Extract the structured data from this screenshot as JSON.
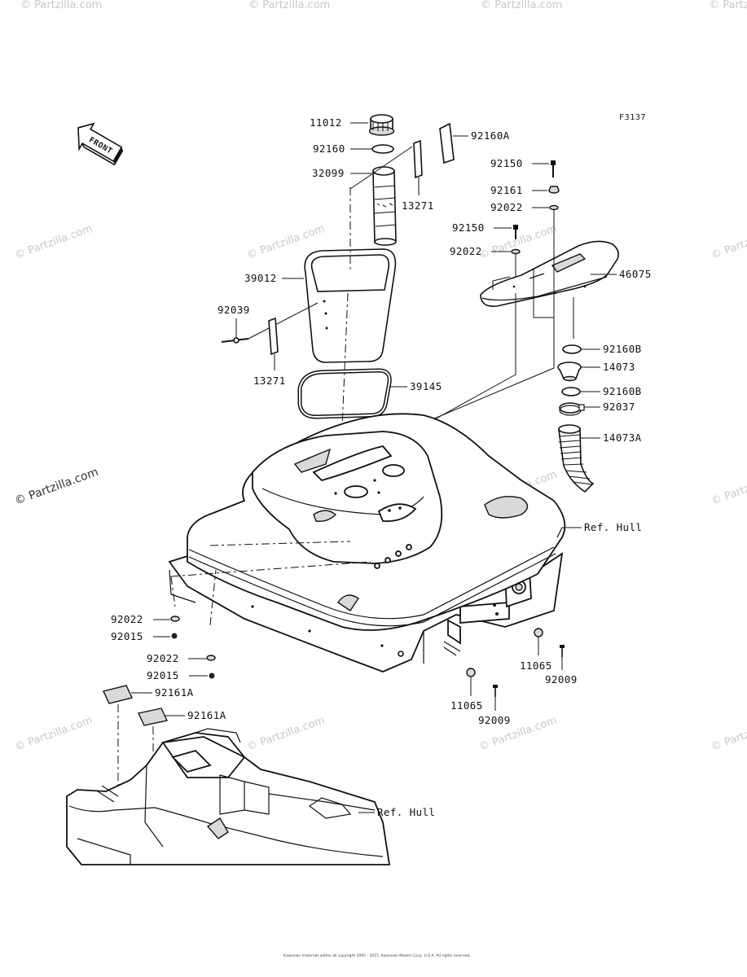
{
  "figure_code": "F3137",
  "front_label": "FRONT",
  "watermark": "© Partzilla.com",
  "footer_text": "Kawasaki materials within all copyright 1995 - 2015. Kawasaki Motors Corp. U.S.A. All rights reserved.",
  "callouts": {
    "p11012": "11012",
    "p92160": "92160",
    "p32099": "32099",
    "p92160A": "92160A",
    "p13271_top": "13271",
    "p92150_top": "92150",
    "p92161": "92161",
    "p92022_a": "92022",
    "p92150_mid": "92150",
    "p92022_b": "92022",
    "p39012": "39012",
    "p46075": "46075",
    "p92039": "92039",
    "p13271_left": "13271",
    "p92160B_a": "92160B",
    "p14073": "14073",
    "p92160B_b": "92160B",
    "p39145": "39145",
    "p92037": "92037",
    "p14073A": "14073A",
    "ref_hull_1": "Ref. Hull",
    "p92022_c": "92022",
    "p92015_a": "92015",
    "p92022_d": "92022",
    "p92015_b": "92015",
    "p11065_a": "11065",
    "p92009_a": "92009",
    "p11065_b": "11065",
    "p92009_b": "92009",
    "p92161A_a": "92161A",
    "p92161A_b": "92161A",
    "ref_hull_2": "Ref. Hull"
  }
}
